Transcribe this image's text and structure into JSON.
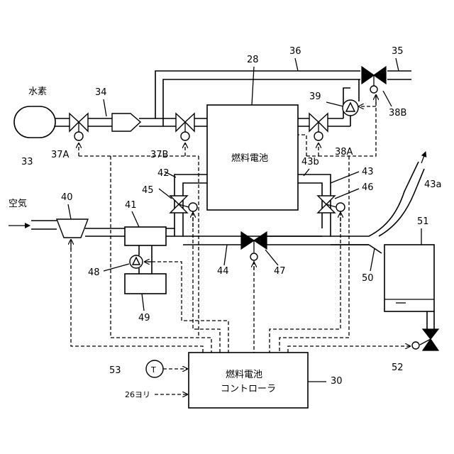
{
  "labels": {
    "hydrogen": "水素",
    "air": "空気",
    "fuel_cell": "燃料電池",
    "controller_line1": "燃料電池",
    "controller_line2": "コントローラ",
    "from26": "26ヨリ",
    "temp_symbol": "T"
  },
  "refs": {
    "r28": "28",
    "r36": "36",
    "r35": "35",
    "r34": "34",
    "r39": "39",
    "r38B": "38B",
    "r37A": "37A",
    "r37B": "37B",
    "r38A": "38A",
    "r33": "33",
    "r43b": "43b",
    "r42": "42",
    "r43": "43",
    "r45": "45",
    "r46": "46",
    "r43a": "43a",
    "r40": "40",
    "r41": "41",
    "r51": "51",
    "r44": "44",
    "r47": "47",
    "r48": "48",
    "r50": "50",
    "r49": "49",
    "r53": "53",
    "r30": "30",
    "r52": "52"
  }
}
